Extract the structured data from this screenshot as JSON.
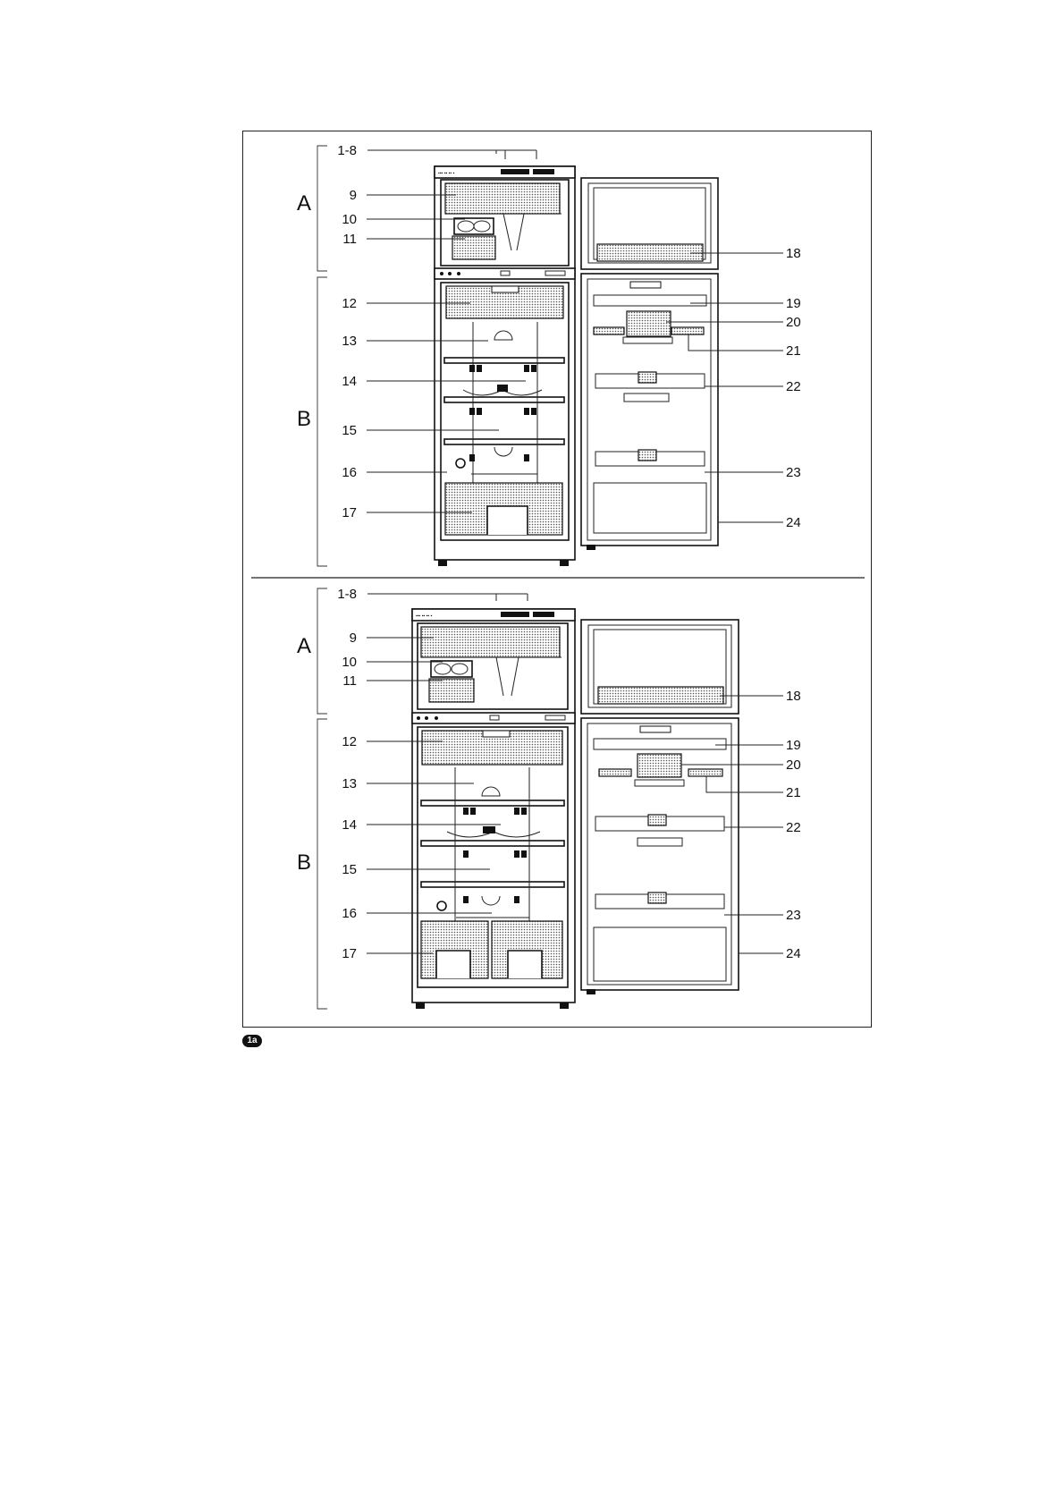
{
  "figure_label": "1a",
  "panels": [
    {
      "sections": [
        "A",
        "B"
      ],
      "callouts": [
        "1-8",
        "9",
        "10",
        "11",
        "12",
        "13",
        "14",
        "15",
        "16",
        "17",
        "18",
        "19",
        "20",
        "21",
        "22",
        "23",
        "24"
      ]
    },
    {
      "sections": [
        "A",
        "B"
      ],
      "callouts": [
        "1-8",
        "9",
        "10",
        "11",
        "12",
        "13",
        "14",
        "15",
        "16",
        "17",
        "18",
        "19",
        "20",
        "21",
        "22",
        "23",
        "24"
      ]
    }
  ]
}
